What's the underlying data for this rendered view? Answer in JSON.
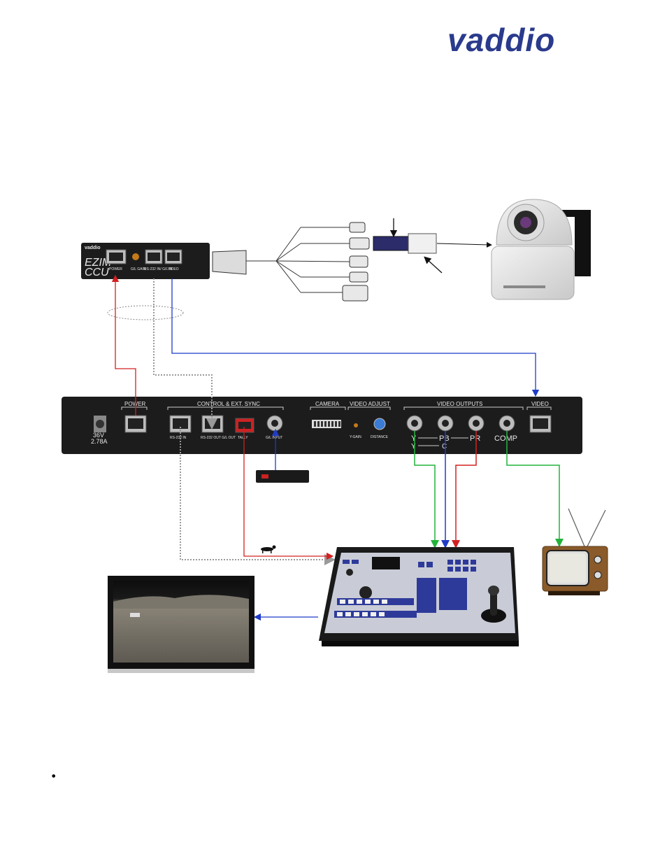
{
  "brand": {
    "logo_text": "vaddio"
  },
  "ccu": {
    "brand_small": "vaddio",
    "name_line1": "EZIM",
    "name_line2": "CCU",
    "ports": [
      "POWER",
      "G/L GAIN",
      "RS-232 IN/ G/L IN",
      "VIDEO"
    ]
  },
  "rear_panel": {
    "sections": {
      "power": "POWER",
      "control": "CONTROL & EXT. SYNC",
      "camera": "CAMERA",
      "video_adjust": "VIDEO ADJUST",
      "video_outputs": "VIDEO OUTPUTS",
      "video": "VIDEO"
    },
    "power_rating_line1": "36V",
    "power_rating_line2": "2.78A",
    "control_ports": [
      "RS-232 IN",
      "RS-232 OUT G/L OUT",
      "TALLY",
      "G/L INPUT"
    ],
    "video_adjust_labels": [
      "Y-GAIN",
      "DISTANCE"
    ],
    "output_labels": [
      "Y",
      "PB",
      "PR",
      "COMP"
    ],
    "svideo_labels": [
      "Y",
      "C"
    ]
  },
  "colors": {
    "red_line": "#d42020",
    "blue_line": "#1e3cc8",
    "green_line": "#22b33a",
    "grey_dotted": "#9a9a9a",
    "logo_blue": "#2a3a8c",
    "panel_dark": "#1c1c1c"
  },
  "bullet": {
    "symbol": "•"
  }
}
